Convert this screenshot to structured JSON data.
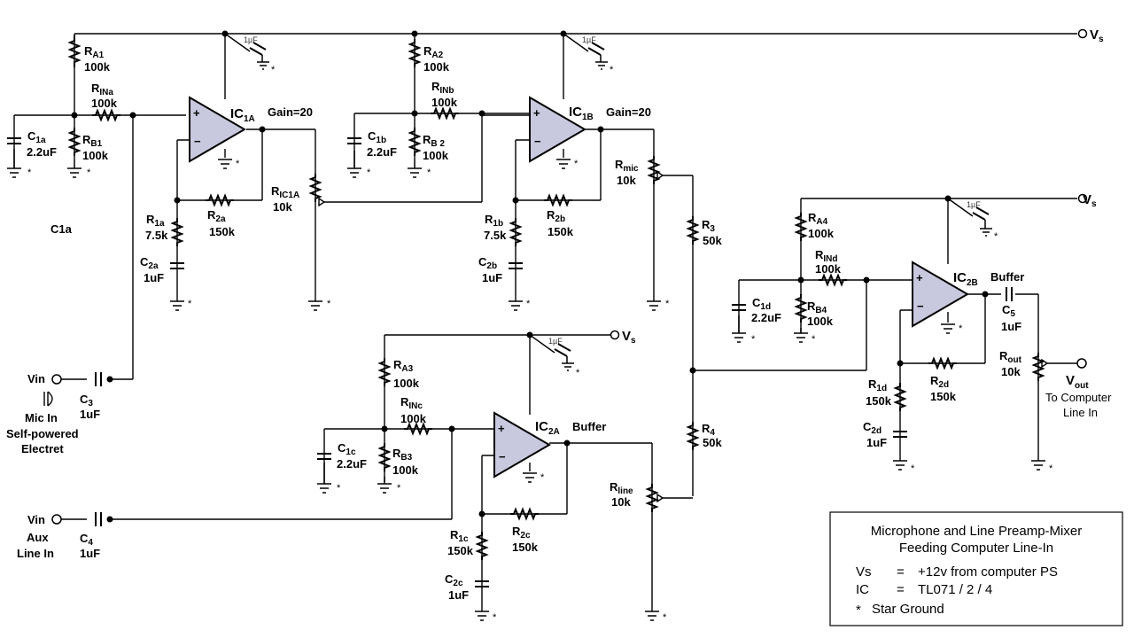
{
  "rails": {
    "vs": "V",
    "vs_sub": "s",
    "small_cap": "1µF",
    "star": "*"
  },
  "ic1a": {
    "name": "IC",
    "sub": "1A",
    "note": "Gain=20",
    "ra_name": "R",
    "ra_sub": "A1",
    "ra_val": "100k",
    "rb_name": "R",
    "rb_sub": "B1",
    "rb_val": "100k",
    "rin_name": "R",
    "rin_sub": "INa",
    "rin_val": "100k",
    "c_name": "C",
    "c_sub": "1a",
    "c_val": "2.2uF",
    "r1_name": "R",
    "r1_sub": "1a",
    "r1_val": "7.5k",
    "r2_name": "R",
    "r2_sub": "2a",
    "r2_val": "150k",
    "c2_name": "C",
    "c2_sub": "2a",
    "c2_val": "1uF",
    "pot_name": "R",
    "pot_sub": "IC1A",
    "pot_val": "10k"
  },
  "ic1b": {
    "name": "IC",
    "sub": "1B",
    "note": "Gain=20",
    "ra_name": "R",
    "ra_sub": "A2",
    "ra_val": "100k",
    "rb_name": "R",
    "rb_sub": "B 2",
    "rb_val": "100k",
    "rin_name": "R",
    "rin_sub": "INb",
    "rin_val": "100k",
    "c_name": "C",
    "c_sub": "1b",
    "c_val": "2.2uF",
    "r1_name": "R",
    "r1_sub": "1b",
    "r1_val": "7.5k",
    "r2_name": "R",
    "r2_sub": "2b",
    "r2_val": "150k",
    "c2_name": "C",
    "c2_sub": "2b",
    "c2_val": "1uF",
    "pot_name": "R",
    "pot_sub": "mic",
    "pot_val": "10k"
  },
  "ic2a": {
    "name": "IC",
    "sub": "2A",
    "note": "Buffer",
    "ra_name": "R",
    "ra_sub": "A3",
    "ra_val": "100k",
    "rb_name": "R",
    "rb_sub": "B3",
    "rb_val": "100k",
    "rin_name": "R",
    "rin_sub": "INc",
    "rin_val": "100k",
    "c_name": "C",
    "c_sub": "1c",
    "c_val": "2.2uF",
    "r1_name": "R",
    "r1_sub": "1c",
    "r1_val": "150k",
    "r2_name": "R",
    "r2_sub": "2c",
    "r2_val": "150k",
    "c2_name": "C",
    "c2_sub": "2c",
    "c2_val": "1uF",
    "pot_name": "R",
    "pot_sub": "line",
    "pot_val": "10k"
  },
  "ic2b": {
    "name": "IC",
    "sub": "2B",
    "note": "Buffer",
    "ra_name": "R",
    "ra_sub": "A4",
    "ra_val": "100k",
    "rb_name": "R",
    "rb_sub": "B4",
    "rb_val": "100k",
    "rin_name": "R",
    "rin_sub": "INd",
    "rin_val": "100k",
    "c_name": "C",
    "c_sub": "1d",
    "c_val": "2.2uF",
    "r1_name": "R",
    "r1_sub": "1d",
    "r1_val": "150k",
    "r2_name": "R",
    "r2_sub": "2d",
    "r2_val": "150k",
    "c2_name": "C",
    "c2_sub": "2d",
    "c2_val": "1uF",
    "c5_name": "C",
    "c5_sub": "5",
    "c5_val": "1uF",
    "rout_name": "R",
    "rout_sub": "out",
    "rout_val": "10k"
  },
  "mixer": {
    "r3_name": "R",
    "r3_sub": "3",
    "r3_val": "50k",
    "r4_name": "R",
    "r4_sub": "4",
    "r4_val": "50k"
  },
  "inputs": {
    "mic_vin": "Vin",
    "c3_name": "C",
    "c3_sub": "3",
    "c3_val": "1uF",
    "mic_l1": "Mic In",
    "mic_l2": "Self-powered",
    "mic_l3": "Electret",
    "aux_vin": "Vin",
    "c4_name": "C",
    "c4_sub": "4",
    "c4_val": "1uF",
    "aux_l1": "Aux",
    "aux_l2": "Line In",
    "stray_label": "C1a"
  },
  "output": {
    "vout": "V",
    "vout_sub": "out",
    "l1": "To Computer",
    "l2": "Line In"
  },
  "legend": {
    "title1": "Microphone and Line Preamp-Mixer",
    "title2": "Feeding Computer Line-In",
    "row1_key": "Vs",
    "row1_eq": "=",
    "row1_val": "+12v from computer PS",
    "row2_key": "IC",
    "row2_eq": "=",
    "row2_val": "TL071 / 2 / 4",
    "row3": "Star Ground",
    "row3_star": "*"
  }
}
